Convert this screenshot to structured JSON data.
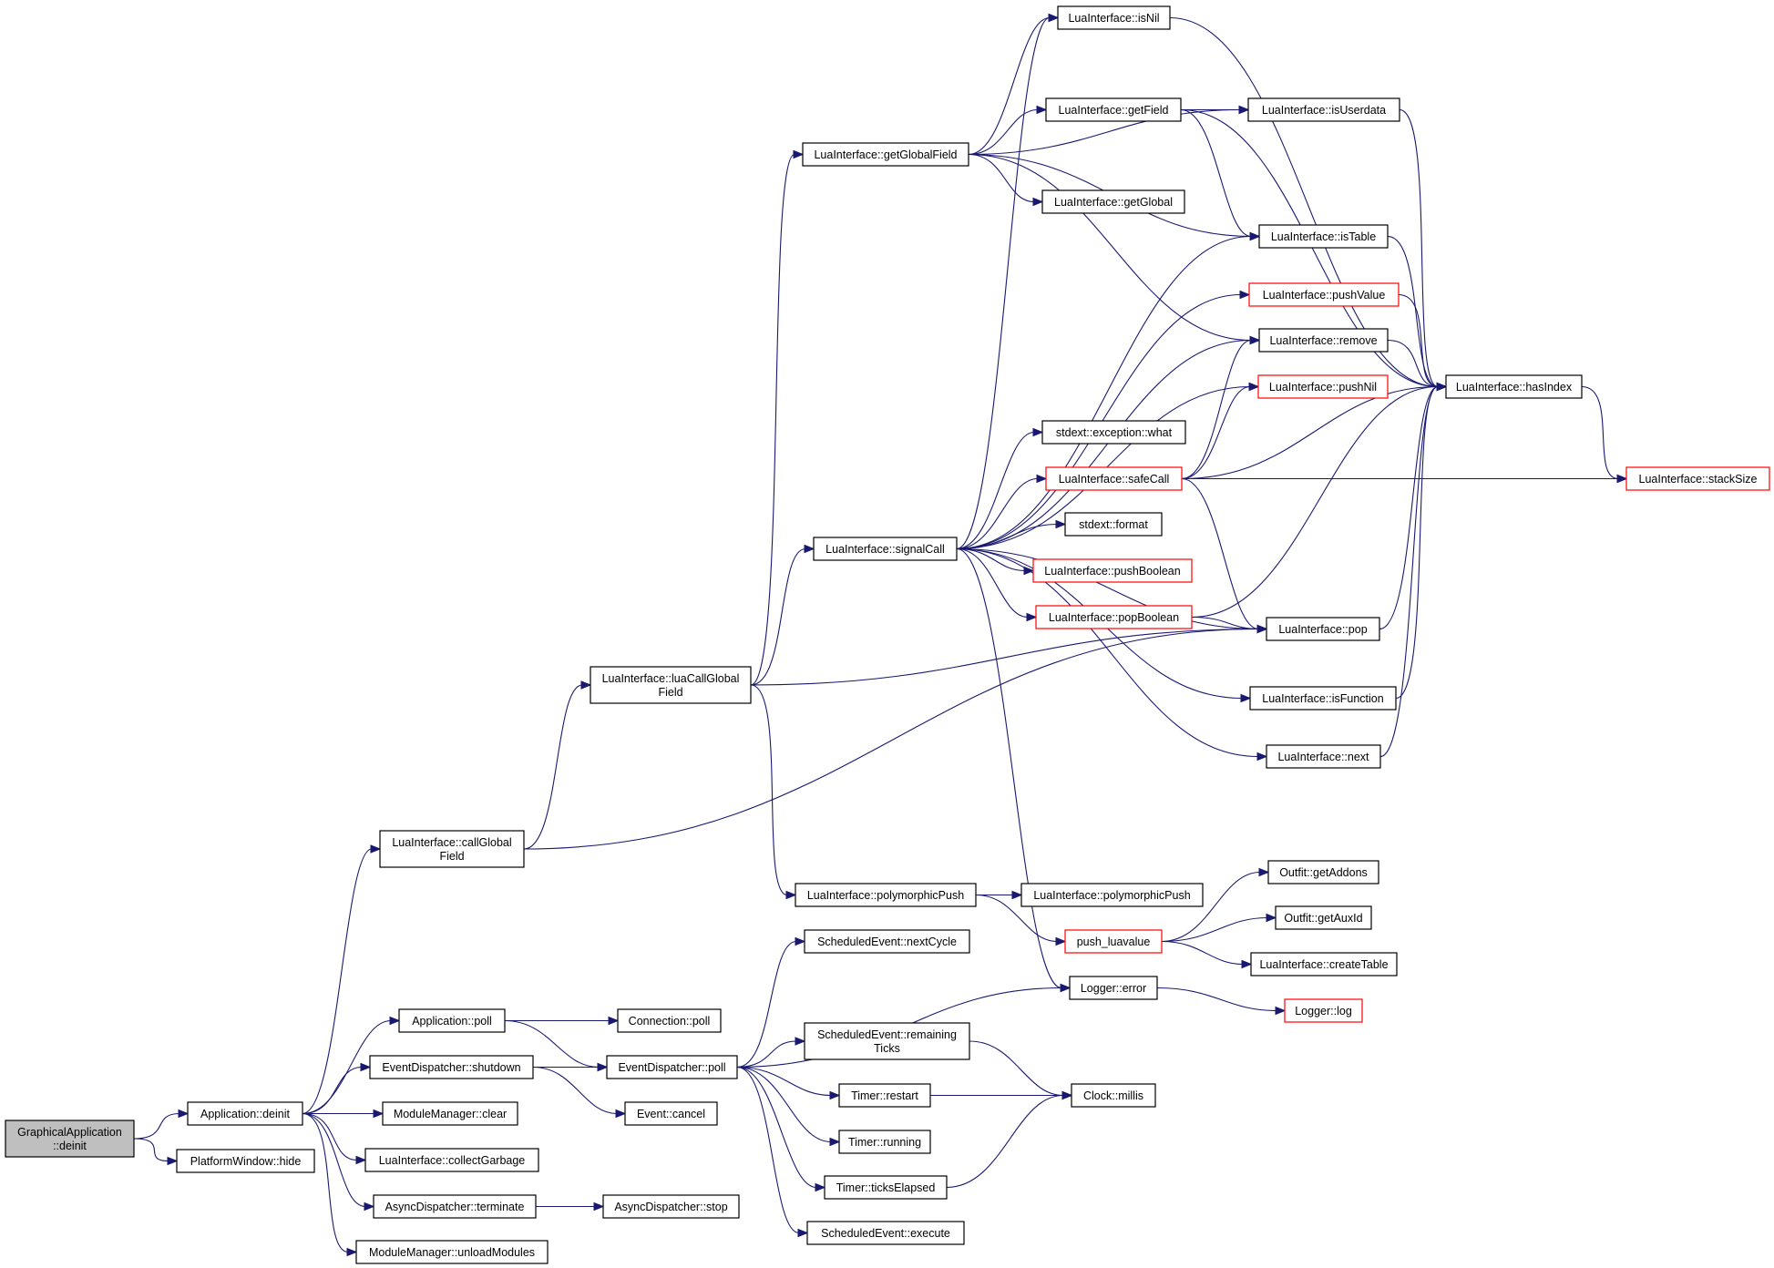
{
  "diagram": {
    "type": "call-graph",
    "nodes": [
      {
        "id": "root",
        "lines": [
          "GraphicalApplication",
          "::deinit"
        ],
        "style": "root"
      },
      {
        "id": "app_deinit",
        "lines": [
          "Application::deinit"
        ]
      },
      {
        "id": "pw_hide",
        "lines": [
          "PlatformWindow::hide"
        ]
      },
      {
        "id": "callglobal",
        "lines": [
          "LuaInterface::callGlobal",
          "Field"
        ]
      },
      {
        "id": "app_poll",
        "lines": [
          "Application::poll"
        ]
      },
      {
        "id": "ed_shutdown",
        "lines": [
          "EventDispatcher::shutdown"
        ]
      },
      {
        "id": "mm_clear",
        "lines": [
          "ModuleManager::clear"
        ]
      },
      {
        "id": "collect",
        "lines": [
          "LuaInterface::collectGarbage"
        ]
      },
      {
        "id": "ad_term",
        "lines": [
          "AsyncDispatcher::terminate"
        ]
      },
      {
        "id": "mm_unload",
        "lines": [
          "ModuleManager::unloadModules"
        ]
      },
      {
        "id": "luacall",
        "lines": [
          "LuaInterface::luaCallGlobal",
          "Field"
        ]
      },
      {
        "id": "conn_poll",
        "lines": [
          "Connection::poll"
        ]
      },
      {
        "id": "ed_poll",
        "lines": [
          "EventDispatcher::poll"
        ]
      },
      {
        "id": "ev_cancel",
        "lines": [
          "Event::cancel"
        ]
      },
      {
        "id": "ad_stop",
        "lines": [
          "AsyncDispatcher::stop"
        ]
      },
      {
        "id": "getglobalfield",
        "lines": [
          "LuaInterface::getGlobalField"
        ]
      },
      {
        "id": "signalcall",
        "lines": [
          "LuaInterface::signalCall"
        ]
      },
      {
        "id": "polypush1",
        "lines": [
          "LuaInterface::polymorphicPush"
        ]
      },
      {
        "id": "se_next",
        "lines": [
          "ScheduledEvent::nextCycle"
        ]
      },
      {
        "id": "se_rem",
        "lines": [
          "ScheduledEvent::remaining",
          "Ticks"
        ]
      },
      {
        "id": "t_restart",
        "lines": [
          "Timer::restart"
        ]
      },
      {
        "id": "t_running",
        "lines": [
          "Timer::running"
        ]
      },
      {
        "id": "t_ticks",
        "lines": [
          "Timer::ticksElapsed"
        ]
      },
      {
        "id": "se_exec",
        "lines": [
          "ScheduledEvent::execute"
        ]
      },
      {
        "id": "isnil",
        "lines": [
          "LuaInterface::isNil"
        ]
      },
      {
        "id": "getfield",
        "lines": [
          "LuaInterface::getField"
        ]
      },
      {
        "id": "getglobal",
        "lines": [
          "LuaInterface::getGlobal"
        ]
      },
      {
        "id": "what",
        "lines": [
          "stdext::exception::what"
        ]
      },
      {
        "id": "safecall",
        "lines": [
          "LuaInterface::safeCall"
        ],
        "style": "red"
      },
      {
        "id": "format",
        "lines": [
          "stdext::format"
        ]
      },
      {
        "id": "pushbool",
        "lines": [
          "LuaInterface::pushBoolean"
        ],
        "style": "red"
      },
      {
        "id": "popbool",
        "lines": [
          "LuaInterface::popBoolean"
        ],
        "style": "red"
      },
      {
        "id": "polypush2",
        "lines": [
          "LuaInterface::polymorphicPush"
        ]
      },
      {
        "id": "push_lv",
        "lines": [
          "push_luavalue"
        ],
        "style": "red"
      },
      {
        "id": "log_err",
        "lines": [
          "Logger::error"
        ]
      },
      {
        "id": "clock",
        "lines": [
          "Clock::millis"
        ]
      },
      {
        "id": "isuserdata",
        "lines": [
          "LuaInterface::isUserdata"
        ]
      },
      {
        "id": "istable",
        "lines": [
          "LuaInterface::isTable"
        ]
      },
      {
        "id": "pushvalue",
        "lines": [
          "LuaInterface::pushValue"
        ],
        "style": "red"
      },
      {
        "id": "remove",
        "lines": [
          "LuaInterface::remove"
        ]
      },
      {
        "id": "pushnil",
        "lines": [
          "LuaInterface::pushNil"
        ],
        "style": "red"
      },
      {
        "id": "pop",
        "lines": [
          "LuaInterface::pop"
        ]
      },
      {
        "id": "isfunction",
        "lines": [
          "LuaInterface::isFunction"
        ]
      },
      {
        "id": "next",
        "lines": [
          "LuaInterface::next"
        ]
      },
      {
        "id": "getaddons",
        "lines": [
          "Outfit::getAddons"
        ]
      },
      {
        "id": "getauxid",
        "lines": [
          "Outfit::getAuxId"
        ]
      },
      {
        "id": "createtable",
        "lines": [
          "LuaInterface::createTable"
        ]
      },
      {
        "id": "logger_log",
        "lines": [
          "Logger::log"
        ],
        "style": "red"
      },
      {
        "id": "hasindex",
        "lines": [
          "LuaInterface::hasIndex"
        ]
      },
      {
        "id": "stacksize",
        "lines": [
          "LuaInterface::stackSize"
        ],
        "style": "red"
      }
    ],
    "edges": [
      [
        "root",
        "app_deinit"
      ],
      [
        "root",
        "pw_hide"
      ],
      [
        "app_deinit",
        "callglobal"
      ],
      [
        "app_deinit",
        "app_poll"
      ],
      [
        "app_deinit",
        "ed_shutdown"
      ],
      [
        "app_deinit",
        "mm_clear"
      ],
      [
        "app_deinit",
        "collect"
      ],
      [
        "app_deinit",
        "ad_term"
      ],
      [
        "app_deinit",
        "mm_unload"
      ],
      [
        "callglobal",
        "luacall"
      ],
      [
        "callglobal",
        "pop"
      ],
      [
        "app_poll",
        "conn_poll"
      ],
      [
        "app_poll",
        "ed_poll"
      ],
      [
        "ed_shutdown",
        "ed_poll"
      ],
      [
        "ed_shutdown",
        "ev_cancel"
      ],
      [
        "ad_term",
        "ad_stop"
      ],
      [
        "luacall",
        "getglobalfield"
      ],
      [
        "luacall",
        "signalcall"
      ],
      [
        "luacall",
        "polypush1"
      ],
      [
        "luacall",
        "pop"
      ],
      [
        "ed_poll",
        "se_next"
      ],
      [
        "ed_poll",
        "log_err"
      ],
      [
        "ed_poll",
        "se_rem"
      ],
      [
        "ed_poll",
        "t_restart"
      ],
      [
        "ed_poll",
        "t_running"
      ],
      [
        "ed_poll",
        "t_ticks"
      ],
      [
        "ed_poll",
        "se_exec"
      ],
      [
        "getglobalfield",
        "isnil"
      ],
      [
        "getglobalfield",
        "getfield"
      ],
      [
        "getglobalfield",
        "isuserdata"
      ],
      [
        "getglobalfield",
        "getglobal"
      ],
      [
        "getglobalfield",
        "istable"
      ],
      [
        "getglobalfield",
        "remove"
      ],
      [
        "signalcall",
        "isnil"
      ],
      [
        "signalcall",
        "istable"
      ],
      [
        "signalcall",
        "pushvalue"
      ],
      [
        "signalcall",
        "remove"
      ],
      [
        "signalcall",
        "pushnil"
      ],
      [
        "signalcall",
        "what"
      ],
      [
        "signalcall",
        "safecall"
      ],
      [
        "signalcall",
        "format"
      ],
      [
        "signalcall",
        "pushbool"
      ],
      [
        "signalcall",
        "popbool"
      ],
      [
        "signalcall",
        "pop"
      ],
      [
        "signalcall",
        "isfunction"
      ],
      [
        "signalcall",
        "next"
      ],
      [
        "signalcall",
        "log_err"
      ],
      [
        "polypush1",
        "polypush2"
      ],
      [
        "polypush1",
        "push_lv"
      ],
      [
        "se_rem",
        "clock"
      ],
      [
        "t_restart",
        "clock"
      ],
      [
        "t_ticks",
        "clock"
      ],
      [
        "getfield",
        "isuserdata"
      ],
      [
        "getfield",
        "istable"
      ],
      [
        "getfield",
        "hasindex"
      ],
      [
        "safecall",
        "remove"
      ],
      [
        "safecall",
        "pushnil"
      ],
      [
        "safecall",
        "hasindex"
      ],
      [
        "safecall",
        "stacksize"
      ],
      [
        "safecall",
        "pop"
      ],
      [
        "popbool",
        "pop"
      ],
      [
        "popbool",
        "hasindex"
      ],
      [
        "push_lv",
        "getaddons"
      ],
      [
        "push_lv",
        "getauxid"
      ],
      [
        "push_lv",
        "createtable"
      ],
      [
        "log_err",
        "logger_log"
      ],
      [
        "isnil",
        "hasindex"
      ],
      [
        "isuserdata",
        "hasindex"
      ],
      [
        "istable",
        "hasindex"
      ],
      [
        "pushvalue",
        "hasindex"
      ],
      [
        "remove",
        "hasindex"
      ],
      [
        "pop",
        "hasindex"
      ],
      [
        "isfunction",
        "hasindex"
      ],
      [
        "next",
        "hasindex"
      ],
      [
        "hasindex",
        "stacksize"
      ]
    ]
  }
}
